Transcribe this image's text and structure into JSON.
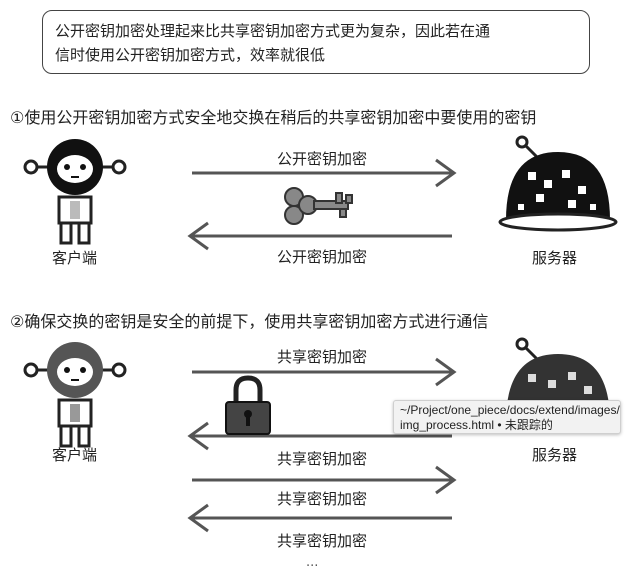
{
  "note": {
    "line1": "公开密钥加密处理起来比共享密钥加密方式更为复杂，因此若在通",
    "line2": "信时使用公开密钥加密方式，效率就很低"
  },
  "step1": {
    "title": "①使用公开密钥加密方式安全地交换在稍后的共享密钥加密中要使用的密钥",
    "arrow_top_label": "公开密钥加密",
    "arrow_bottom_label": "公开密钥加密",
    "client_label": "客户端",
    "server_label": "服务器",
    "key_icon": "key-icon"
  },
  "step2": {
    "title": "②确保交换的密钥是安全的前提下，使用共享密钥加密方式进行通信",
    "arrow_labels": [
      "共享密钥加密",
      "共享密钥加密",
      "共享密钥加密",
      "共享密钥加密"
    ],
    "client_label": "客户端",
    "server_label": "服务器",
    "lock_icon": "padlock-icon"
  },
  "tooltip": {
    "line1": "~/Project/one_piece/docs/extend/images/",
    "line2": "img_process.html • 未跟踪的"
  },
  "ellipsis": "..."
}
